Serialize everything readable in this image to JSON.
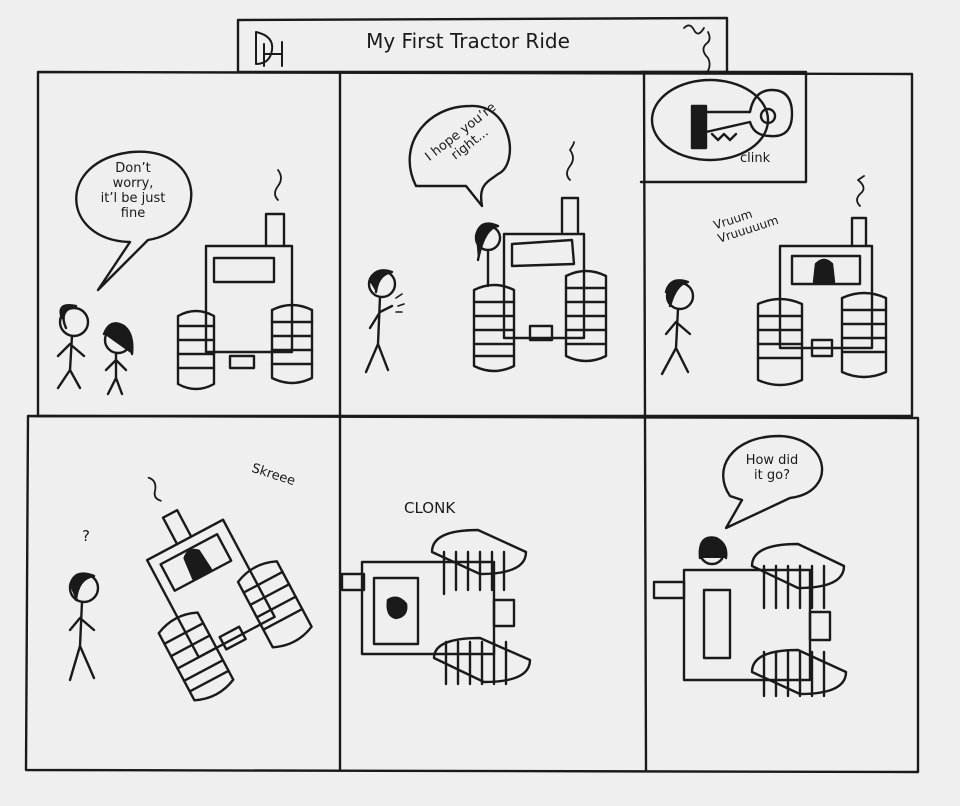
{
  "comic": {
    "title": "My First Tractor Ride",
    "artist_mark": "DH",
    "colors": {
      "paper": "#efefef",
      "ink": "#1a1a1a"
    },
    "panels": [
      {
        "speech": "Don’t\nworry,\nit’l be just\nfine"
      },
      {
        "speech": "I hope you’re\nright..."
      },
      {
        "inset_sound": "clink",
        "sound": "Vruum\nVruuuuum"
      },
      {
        "question": "?",
        "sound": "Skreee"
      },
      {
        "sound": "CLONK"
      },
      {
        "speech": "How did\nit go?"
      }
    ]
  }
}
